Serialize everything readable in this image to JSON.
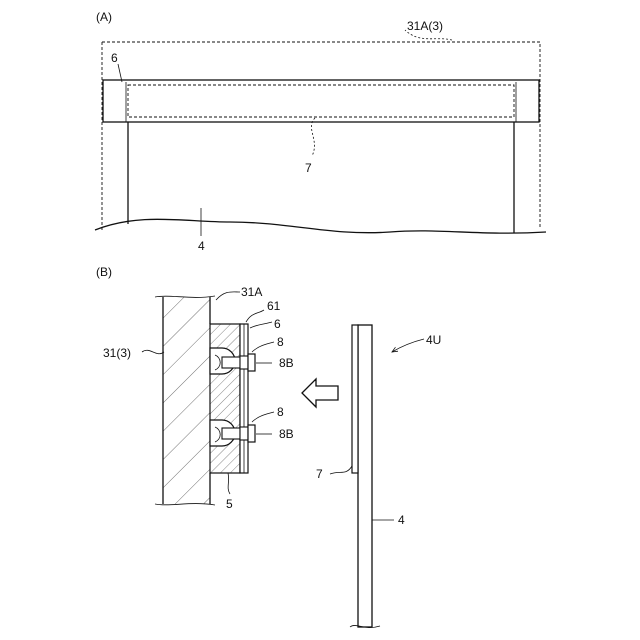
{
  "panel_a": {
    "label": "(A)",
    "callout_31A3": "31A(3)",
    "callout_6": "6",
    "callout_7": "7",
    "callout_4": "4"
  },
  "panel_b": {
    "label": "(B)",
    "callout_31A": "31A",
    "callout_61": "61",
    "callout_6": "6",
    "callout_8_top": "8",
    "callout_8B_top": "8B",
    "callout_8_bottom": "8",
    "callout_8B_bottom": "8B",
    "callout_313": "31(3)",
    "callout_5": "5",
    "callout_4U": "4U",
    "callout_7": "7",
    "callout_4": "4"
  }
}
